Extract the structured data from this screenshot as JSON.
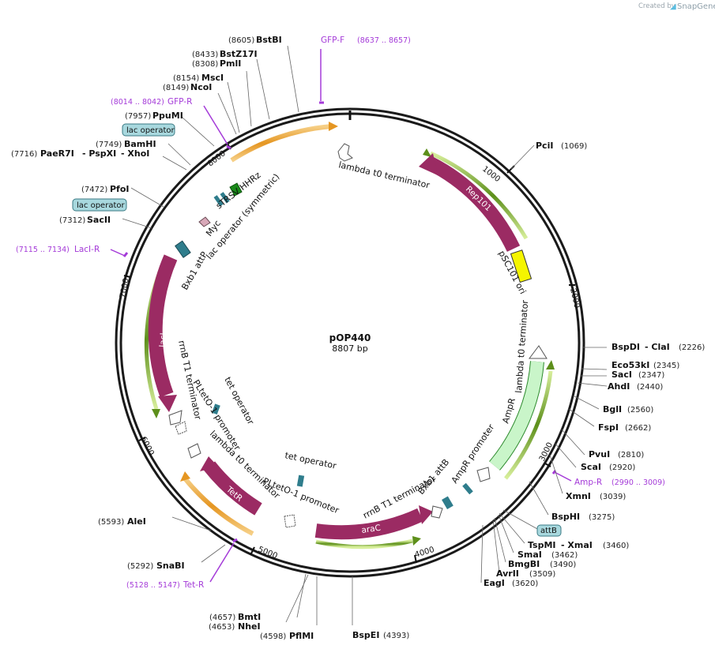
{
  "credit": {
    "created_by": "Created by",
    "brand": "SnapGene"
  },
  "plasmid": {
    "name": "pOP440",
    "size": "8807 bp"
  },
  "ticks": [
    "1000",
    "2000",
    "3000",
    "4000",
    "5000",
    "6000",
    "7000",
    "8000"
  ],
  "sites": [
    {
      "name": "BstBI",
      "pos": "(8605)"
    },
    {
      "name": "BstZ17I",
      "pos": "(8433)"
    },
    {
      "name": "PmlI",
      "pos": "(8308)"
    },
    {
      "name": "MscI",
      "pos": "(8154)"
    },
    {
      "name": "NcoI",
      "pos": "(8149)"
    },
    {
      "name": "PpuMI",
      "pos": "(7957)"
    },
    {
      "name": "BamHI",
      "pos": "(7749)"
    },
    {
      "name": "PaeR7I",
      "pos": "(7716)"
    },
    {
      "name": "- PspXI",
      "pos": ""
    },
    {
      "name": "- XhoI",
      "pos": ""
    },
    {
      "name": "PfoI",
      "pos": "(7472)"
    },
    {
      "name": "SacII",
      "pos": "(7312)"
    },
    {
      "name": "PciI",
      "pos": "(1069)"
    },
    {
      "name": "BspDI",
      "pos": "(2226)"
    },
    {
      "name": "- ClaI",
      "pos": ""
    },
    {
      "name": "Eco53kI",
      "pos": "(2345)"
    },
    {
      "name": "SacI",
      "pos": "(2347)"
    },
    {
      "name": "AhdI",
      "pos": "(2440)"
    },
    {
      "name": "BglI",
      "pos": "(2560)"
    },
    {
      "name": "FspI",
      "pos": "(2662)"
    },
    {
      "name": "PvuI",
      "pos": "(2810)"
    },
    {
      "name": "ScaI",
      "pos": "(2920)"
    },
    {
      "name": "XmnI",
      "pos": "(3039)"
    },
    {
      "name": "BspHI",
      "pos": "(3275)"
    },
    {
      "name": "TspMI",
      "pos": ""
    },
    {
      "name": "- XmaI",
      "pos": "(3460)"
    },
    {
      "name": "SmaI",
      "pos": "(3462)"
    },
    {
      "name": "BmgBI",
      "pos": "(3490)"
    },
    {
      "name": "AvrII",
      "pos": "(3509)"
    },
    {
      "name": "EagI",
      "pos": "(3620)"
    },
    {
      "name": "AleI",
      "pos": "(5593)"
    },
    {
      "name": "SnaBI",
      "pos": "(5292)"
    },
    {
      "name": "BmtI",
      "pos": "(4657)"
    },
    {
      "name": "NheI",
      "pos": "(4653)"
    },
    {
      "name": "PflMI",
      "pos": "(4598)"
    },
    {
      "name": "BspEI",
      "pos": "(4393)"
    }
  ],
  "primers": [
    {
      "name": "GFP-F",
      "range": "(8637 .. 8657)"
    },
    {
      "name": "GFP-R",
      "range": "(8014 .. 8042)"
    },
    {
      "name": "LacI-R",
      "range": "(7115 .. 7134)"
    },
    {
      "name": "Amp-R",
      "range": "(2990 .. 3009)"
    },
    {
      "name": "Tet-R",
      "range": "(5128 .. 5147)"
    }
  ],
  "boxed_features": {
    "lac_operator_1": "lac operator",
    "lac_operator_2": "lac operator",
    "attB": "attB"
  },
  "features": {
    "lambda_t0_top": "lambda t0 terminator",
    "rep101": "Rep101",
    "psc101_ori": "pSC101 ori",
    "srtsv": "sTRSV HHRz",
    "lac_sym": "lac operator (symmetric)",
    "myc": "Myc",
    "bxb1_attp": "Bxb1 attP",
    "laci": "lacI",
    "rrnb_left": "rrnB T1 terminator",
    "pltet_left": "PLtetO-1 promoter",
    "tet_op_left": "tet operator",
    "lambda_t0_left": "lambda t0 terminator",
    "tetr": "TetR",
    "tet_op_bottom": "tet operator",
    "pltet_bottom": "PLtetO-1 promoter",
    "arac": "araC",
    "rrnb_bottom": "rrnB T1 terminator",
    "bxb1_attb": "Bxb1 attB",
    "ampr_promoter": "AmpR promoter",
    "ampr": "AmpR",
    "lambda_t0_right": "lambda t0 terminator"
  },
  "colors": {
    "backbone": "#1a1a1a",
    "cds": "#9b2b63",
    "primer": "#a43ad8",
    "orf": "#cfe9a6",
    "box": "#8fc7cc",
    "ori": "#f5f500",
    "ampr": "#c9f5c9"
  }
}
